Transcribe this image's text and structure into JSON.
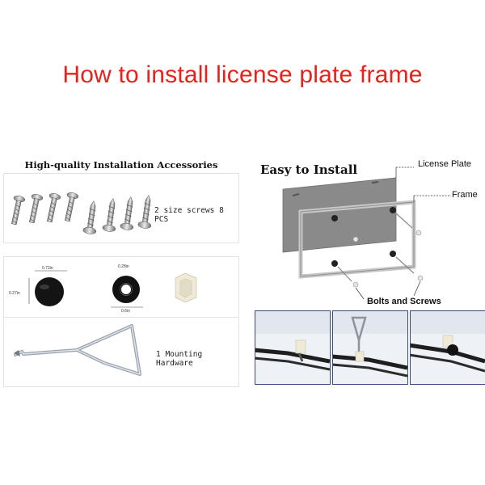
{
  "title": "How to install license plate frame",
  "accessories": {
    "heading": "High-quality Installation Accessories",
    "screws_label": "2 size screws 8 PCS",
    "cap_width": "0.72in",
    "cap_height": "0.27in",
    "washer_inner": "0.28in",
    "washer_outer": "0.6in",
    "tool_label": "1 Mounting Hardware"
  },
  "install": {
    "heading": "Easy to Install",
    "license_plate": "License Plate",
    "frame": "Frame",
    "bolts": "Bolts and Screws"
  },
  "colors": {
    "title": "#e8211d",
    "photo_border": "#3a4a7a"
  }
}
